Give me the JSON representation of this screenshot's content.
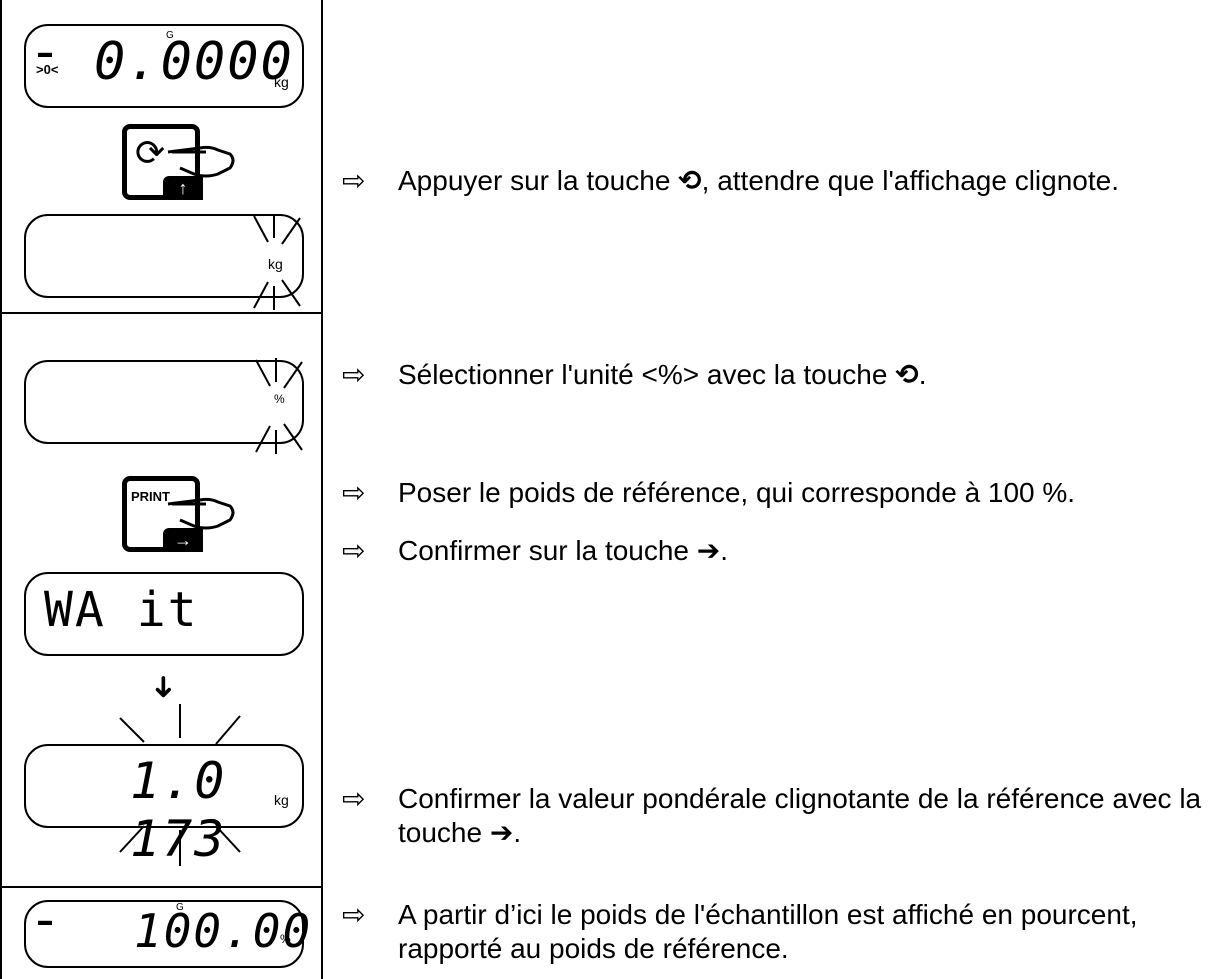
{
  "displays": {
    "d1": {
      "zero_indicator": ">0<",
      "g_mark": "G",
      "value": "0.0000",
      "unit": "kg"
    },
    "d2": {
      "unit": "kg"
    },
    "d3": {
      "unit": "%"
    },
    "d4": {
      "value": "WA it"
    },
    "d5": {
      "value": "1.0 173",
      "unit": "kg"
    },
    "d6": {
      "g_mark": "G",
      "value": "100.00",
      "unit": "%"
    }
  },
  "keys": {
    "tare": {
      "icon": "refresh-arrows-icon",
      "bottom_glyph": "↑"
    },
    "print": {
      "label": "PRINT",
      "bottom_glyph": "→"
    }
  },
  "down_arrow": "➜",
  "steps": [
    {
      "marker": "⇨",
      "text_before": "Appuyer sur la touche ",
      "key_symbol": "⟲",
      "text_after": ", attendre que l'affichage clignote."
    },
    {
      "marker": "⇨",
      "text_before": "Sélectionner l'unité <%> avec la touche ",
      "key_symbol": "⟲",
      "text_after": "."
    },
    {
      "marker": "⇨",
      "text_before": "Poser le poids de référence, qui corresponde à 100 %.",
      "key_symbol": "",
      "text_after": ""
    },
    {
      "marker": "⇨",
      "text_before": "Confirmer sur la touche ",
      "key_symbol": "➔",
      "text_after": "."
    },
    {
      "marker": "⇨",
      "text_before": "Confirmer la valeur pondérale clignotante de la référence avec la touche ",
      "key_symbol": "➔",
      "text_after": "."
    },
    {
      "marker": "⇨",
      "text_before": "A partir d’ici le poids de l'échantillon est affiché en pourcent, rapporté au poids de référence.",
      "key_symbol": "",
      "text_after": ""
    }
  ]
}
